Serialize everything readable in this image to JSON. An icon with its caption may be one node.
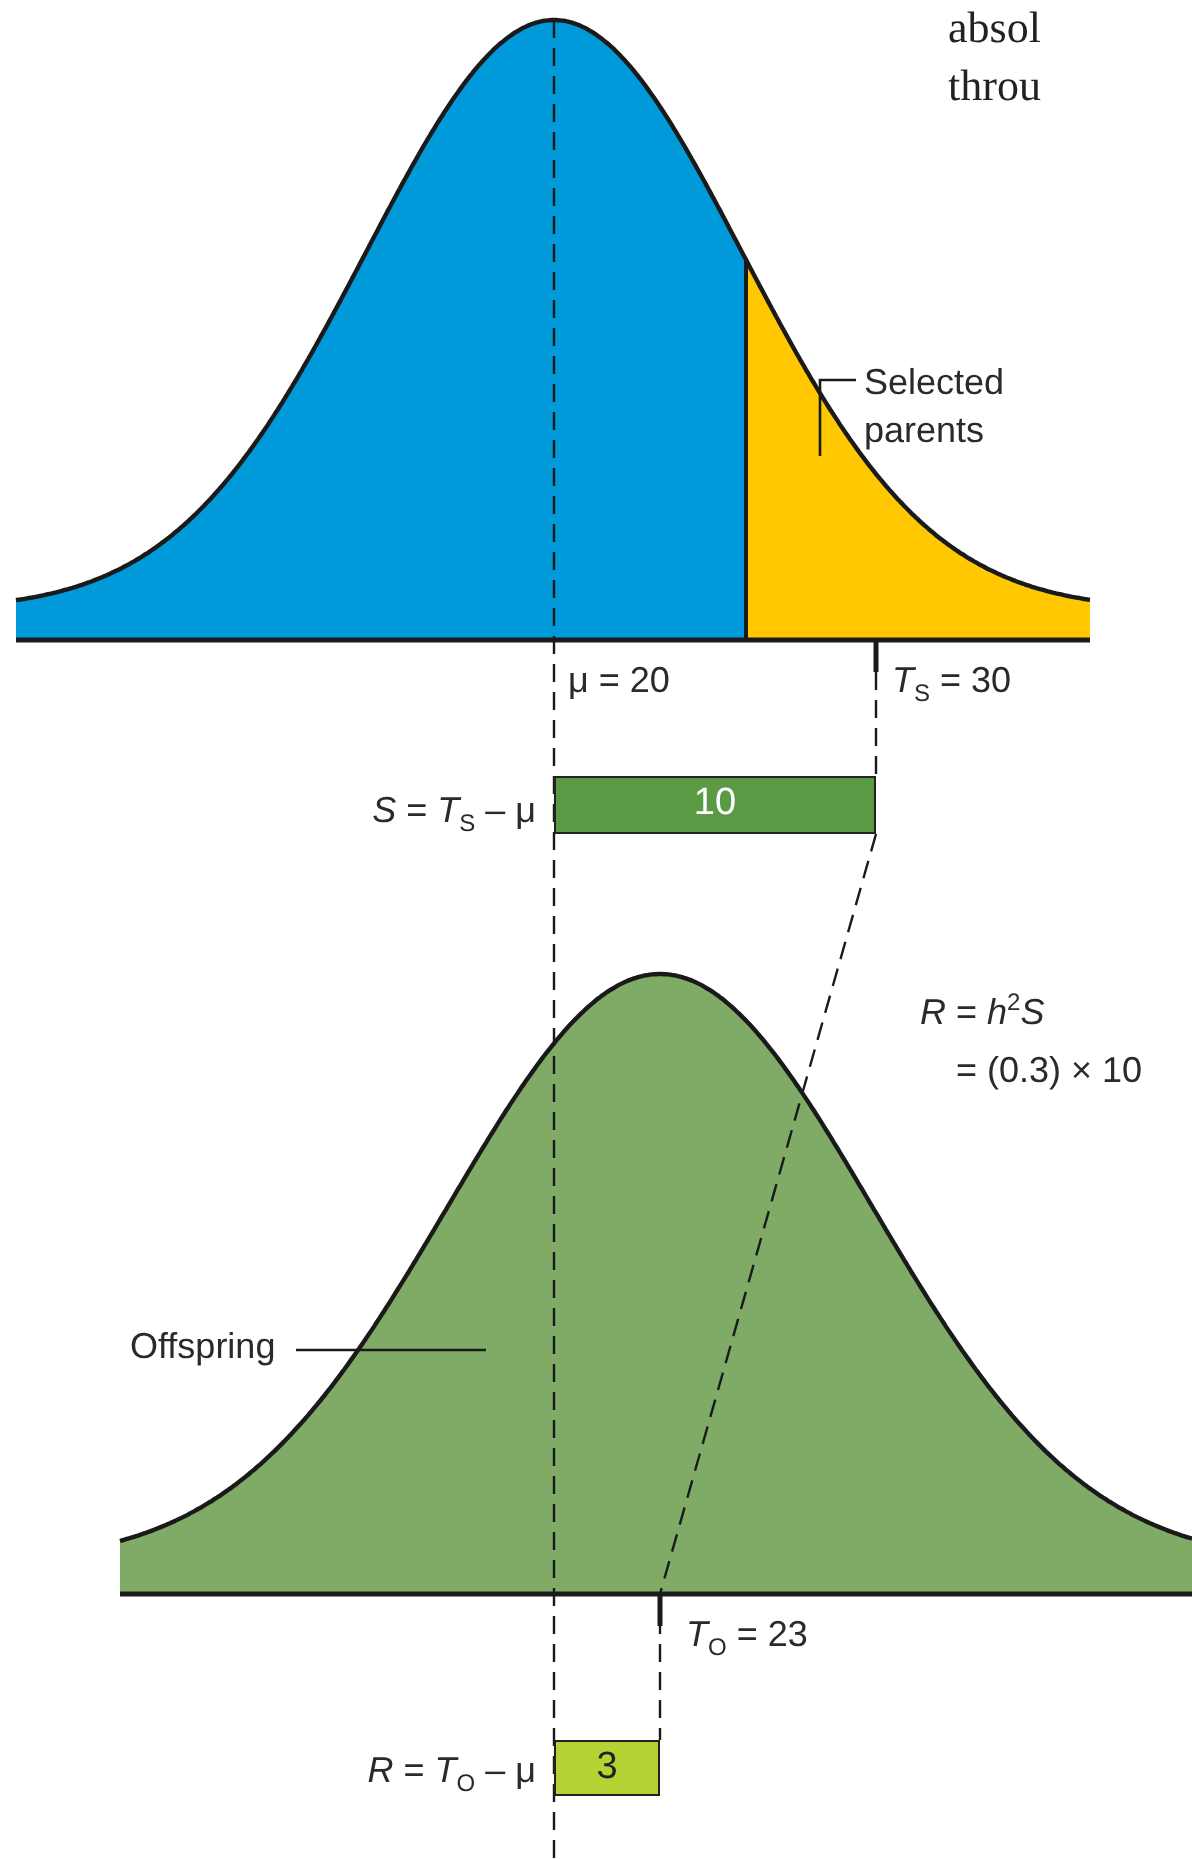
{
  "diagram": {
    "nodes": [
      {
        "text": [
          "Selected parents"
        ]
      },
      {
        "text": [
          "10"
        ],
        "beside": [
          "*S* = *T*$_{S}$ – μ"
        ]
      },
      {
        "text": [
          "3"
        ],
        "beside": [
          "*R* = *T*$_{O}$ – μ"
        ]
      },
      {
        "text": [
          "Offspring"
        ]
      }
    ],
    "edges": [
      {
        "from": 0,
        "to": null,
        "arrow": "none"
      },
      {
        "from": 1,
        "to": 2,
        "arrow": "none",
        "style": "dashed"
      },
      {
        "from": 3,
        "to": null,
        "arrow": "none"
      }
    ],
    "labels": [
      "absol",
      "throu",
      "μ = 20",
      "*T*$_{S}$ = 30",
      "*R* = *h*$^{2}$*S*",
      "= (0.3) × 10",
      "*T*$_{O}$ = 23"
    ]
  }
}
